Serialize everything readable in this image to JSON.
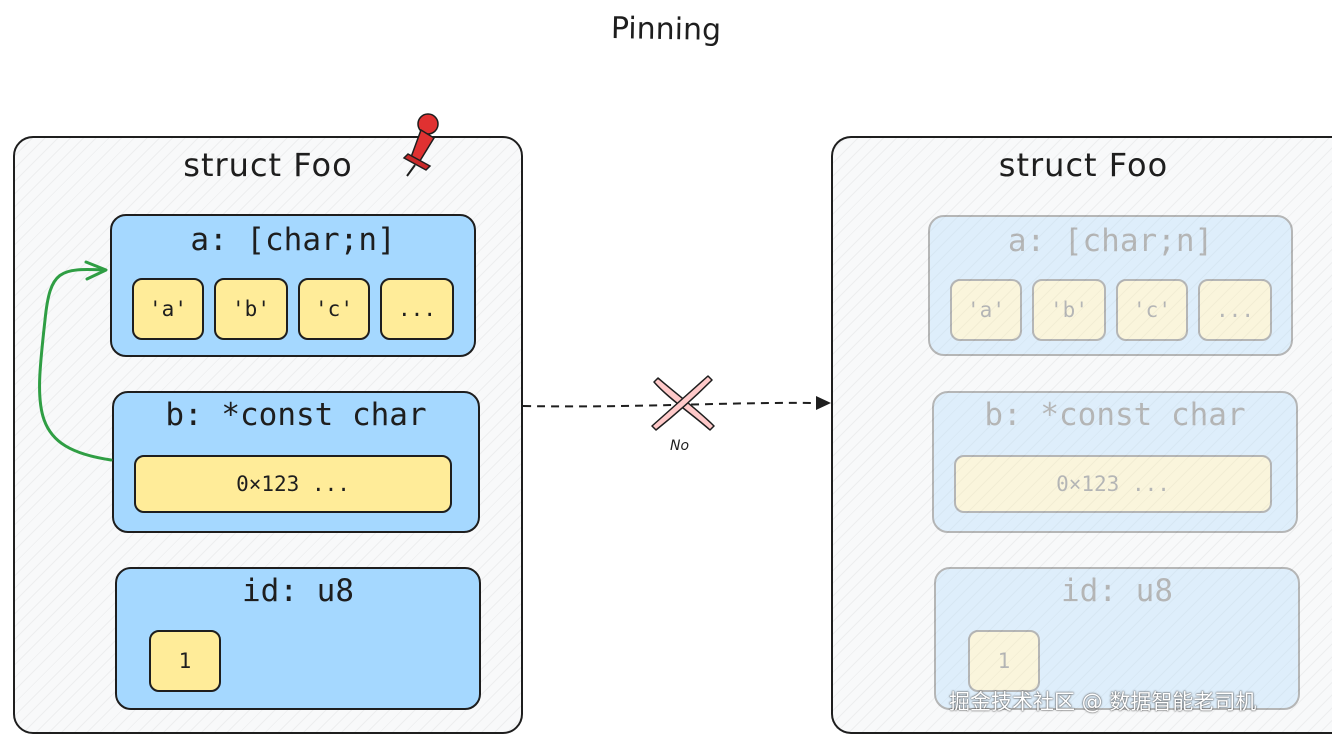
{
  "title": "Pinning",
  "left_struct": {
    "name": "struct Foo",
    "fields": {
      "a": {
        "label": "a: [char;n]",
        "cells": [
          "'a'",
          "'b'",
          "'c'",
          "..."
        ]
      },
      "b": {
        "label": "b: *const char",
        "value": "0×123 ..."
      },
      "id": {
        "label": "id: u8",
        "value": "1"
      }
    }
  },
  "right_struct": {
    "name": "struct Foo",
    "fields": {
      "a": {
        "label": "a: [char;n]",
        "cells": [
          "'a'",
          "'b'",
          "'c'",
          "..."
        ]
      },
      "b": {
        "label": "b: *const char",
        "value": "0×123 ..."
      },
      "id": {
        "label": "id: u8",
        "value": "1"
      }
    }
  },
  "move_label": "No",
  "watermark": "掘金技术社区 @ 数据智能老司机",
  "colors": {
    "field_fill": "#a5d8ff",
    "cell_fill": "#ffec99",
    "pointer_arrow": "#2f9e44",
    "cross": "#ffc9c9",
    "pin": "#e03131"
  },
  "icons": [
    "pushpin-icon",
    "cross-icon"
  ]
}
